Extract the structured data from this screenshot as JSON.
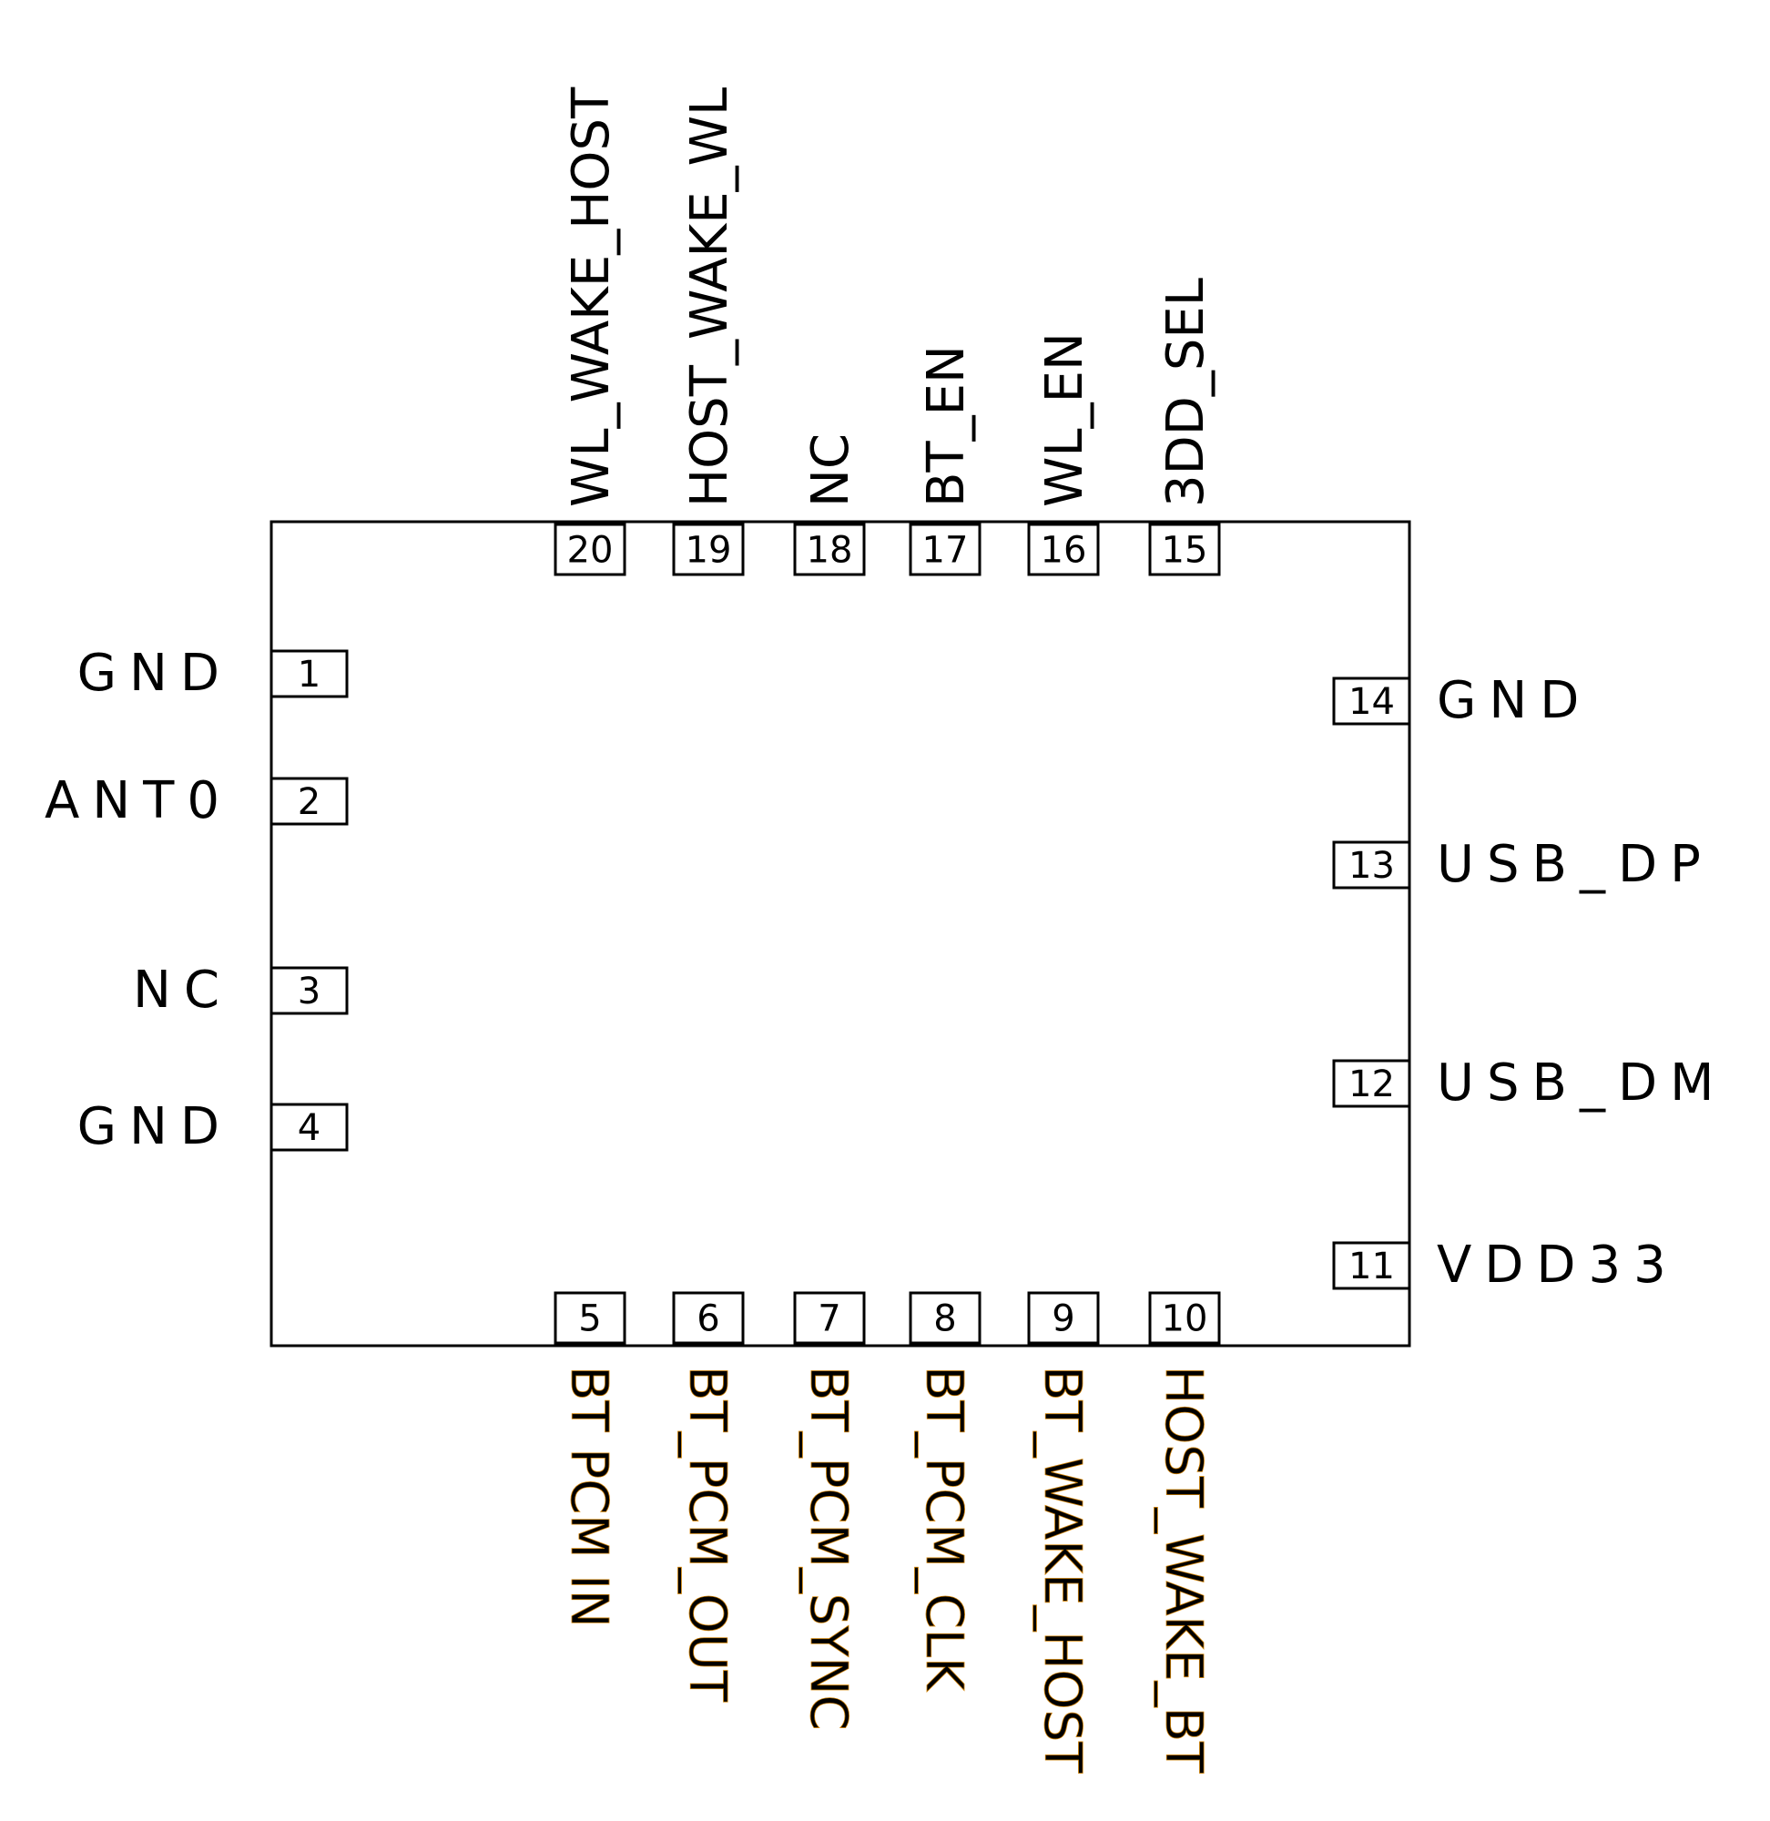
{
  "pins": {
    "left": [
      {
        "num": "1",
        "name": "GND"
      },
      {
        "num": "2",
        "name": "ANT0"
      },
      {
        "num": "3",
        "name": "NC"
      },
      {
        "num": "4",
        "name": "GND"
      }
    ],
    "right": [
      {
        "num": "14",
        "name": "GND"
      },
      {
        "num": "13",
        "name": "USB_DP"
      },
      {
        "num": "12",
        "name": "USB_DM"
      },
      {
        "num": "11",
        "name": "VDD33"
      }
    ],
    "top": [
      {
        "num": "20",
        "name": "WL_WAKE_HOST"
      },
      {
        "num": "19",
        "name": "HOST_WAKE_WL"
      },
      {
        "num": "18",
        "name": "NC"
      },
      {
        "num": "17",
        "name": "BT_EN"
      },
      {
        "num": "16",
        "name": "WL_EN"
      },
      {
        "num": "15",
        "name": "3DD_SEL"
      }
    ],
    "bottom": [
      {
        "num": "5",
        "name": "BT PCM IN"
      },
      {
        "num": "6",
        "name": "BT_PCM_OUT"
      },
      {
        "num": "7",
        "name": "BT_PCM_SYNC"
      },
      {
        "num": "8",
        "name": "BT_PCM_CLK"
      },
      {
        "num": "9",
        "name": "BT_WAKE_HOST"
      },
      {
        "num": "10",
        "name": "HOST_WAKE_BT"
      }
    ]
  },
  "colors": {
    "outline": "#000000",
    "label": "#000000",
    "bottom_label_fringe": "#d08000"
  }
}
